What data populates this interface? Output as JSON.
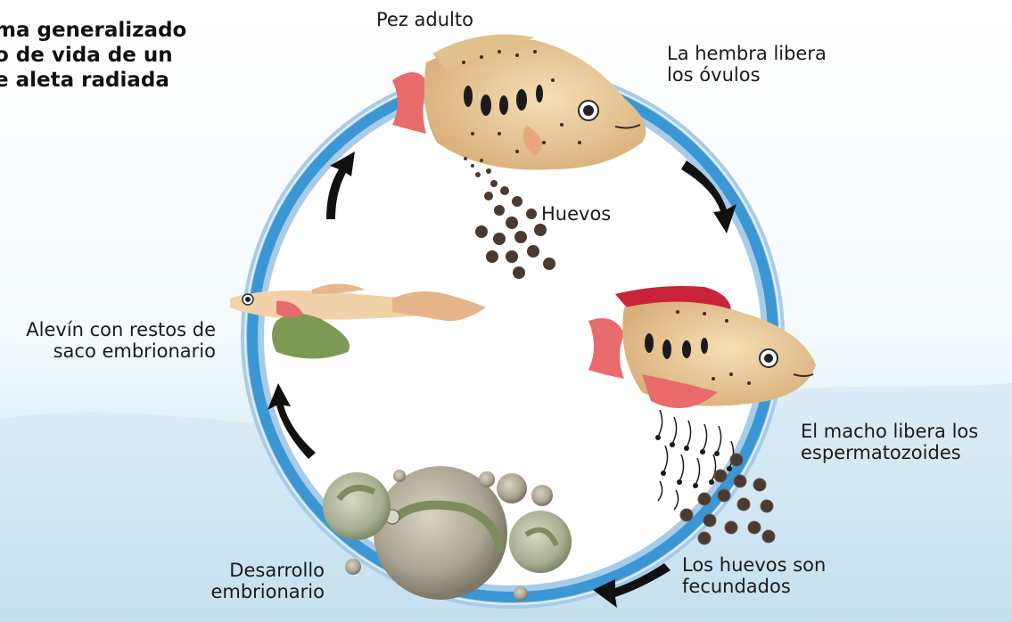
{
  "title": "ma generalizado\no de vida de un\ne aleta radiada",
  "labels": {
    "adult": "Pez adulto",
    "female": "La hembra libera\nlos óvulos",
    "eggs": "Huevos",
    "fry": "Alevín con restos de\nsaco embrionario",
    "male": "El macho libera los\nespermatozoides",
    "development": "Desarrollo\nembrionario",
    "fertilized": "Los huevos son\nfecundados"
  },
  "colors": {
    "ring_outer": "#9fc6e6",
    "ring_inner": "#2f8fd0",
    "water": "#cfe6f2",
    "fish_body": "#e9c99a",
    "fish_fin": "#e96b6b",
    "male_dorsal": "#c9223b",
    "egg": "#4a3a32",
    "arrow": "#0d0d0d"
  },
  "icons": [
    "adult-fish-icon",
    "male-fish-icon",
    "fry-fish-icon",
    "eggs-icon",
    "sperm-icon",
    "embryo-icon",
    "cycle-arrow-icon"
  ]
}
